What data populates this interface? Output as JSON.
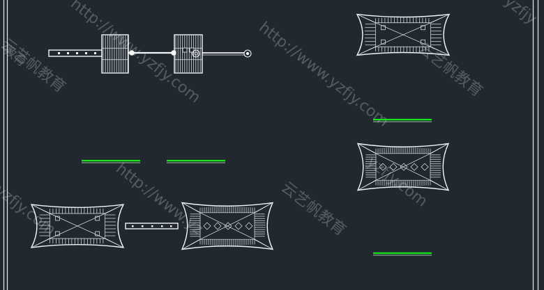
{
  "viewport": {
    "background": "#212830",
    "frame_color": "#e9edf0",
    "geometry_color": "#e8ecef",
    "accent_line_color": "#19e51c"
  },
  "watermarks": [
    {
      "text": "http://www.yzfjy.com"
    },
    {
      "text": "云艺帆教育"
    },
    {
      "text": "http://www.yzfjy.com"
    },
    {
      "text": "云艺帆教育"
    },
    {
      "text": "yzfjy"
    },
    {
      "text": "yzfjy.com"
    },
    {
      "text": "http://www.yz"
    },
    {
      "text": "yzfjy.com"
    },
    {
      "text": "云艺帆教育"
    },
    {
      "text": "教育"
    }
  ]
}
